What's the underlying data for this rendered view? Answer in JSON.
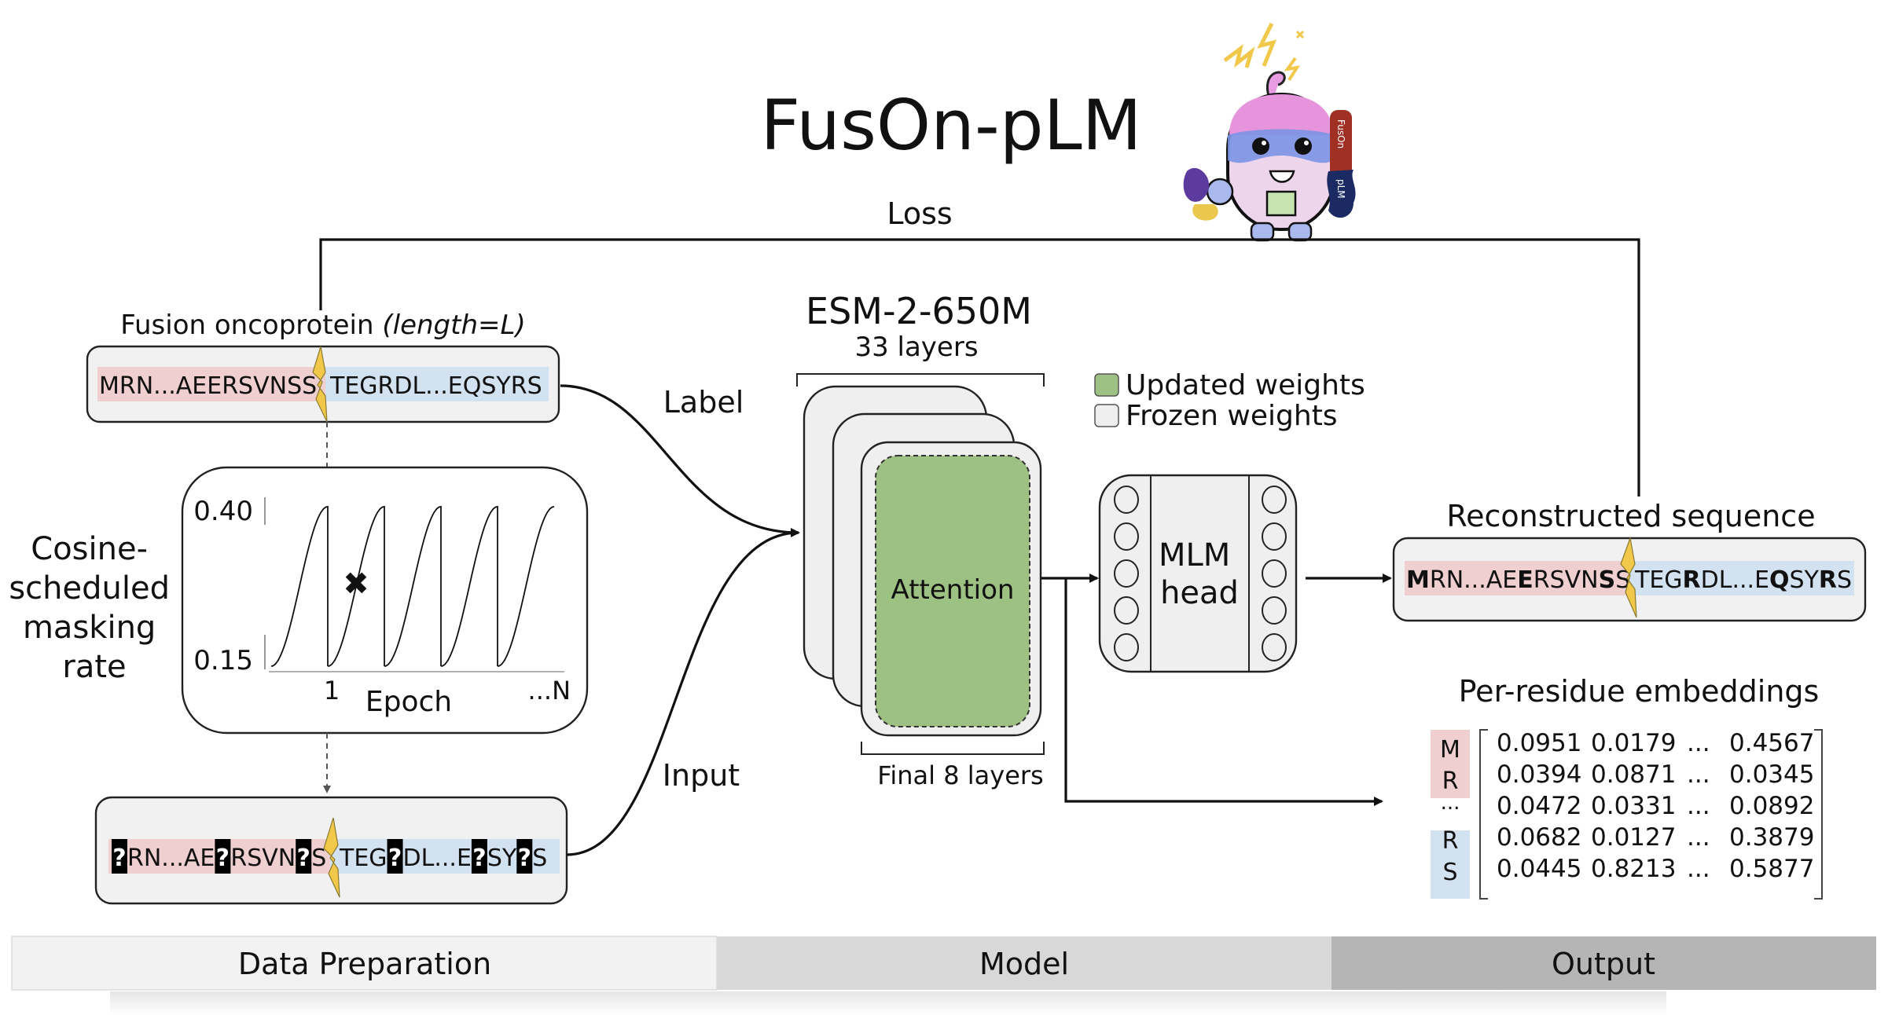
{
  "title": "FusOn-pLM",
  "mascot": {
    "icon": "mascot-robot-icon",
    "flag_text_top": "FusOn",
    "flag_text_bottom": "pLM"
  },
  "loss_label": "Loss",
  "data_preparation": {
    "input_label": "Fusion oncoprotein",
    "input_label_italic": "(length=L)",
    "sequence": {
      "head": "MRN...AEERSVNSS",
      "tail": "TEGRDL...EQSYRS",
      "head_color": "#efcfd0",
      "tail_color": "#d3e2f0",
      "breakpoint_icon": "lightning-bolt-icon",
      "breakpoint_color": "#f2c84b"
    },
    "masking_chart_label": [
      "Cosine-",
      "scheduled",
      "masking",
      "rate"
    ],
    "masked_sequence": {
      "head_tokens": [
        "?",
        "RN...AE",
        "?",
        "RSVN",
        "?",
        "S"
      ],
      "tail_tokens": [
        "TEG",
        "?",
        "DL...E",
        "?",
        "SY",
        "?",
        "S"
      ],
      "mask_token": "?"
    }
  },
  "chart_data": {
    "type": "line",
    "title": "",
    "xlabel": "Epoch",
    "ylabel": "Cosine-scheduled masking rate",
    "y_ticks": [
      "0.40",
      "0.15"
    ],
    "x_ticks": [
      "1",
      "...N"
    ],
    "ylim": [
      0.15,
      0.4
    ],
    "cycles": 5,
    "series": [
      {
        "name": "masking rate",
        "pattern": "cosine ramp per epoch, resets each epoch",
        "min": 0.15,
        "max": 0.4
      }
    ],
    "marker": {
      "symbol": "x",
      "cycle": 2,
      "fraction_of_cycle": 0.5,
      "value": 0.28
    }
  },
  "flow_labels": {
    "label": "Label",
    "input": "Input"
  },
  "model": {
    "name": "ESM-2-650M",
    "layers": "33 layers",
    "block_label": "Attention",
    "final_layers": "Final 8 layers",
    "head_label_line1": "MLM",
    "head_label_line2": "head",
    "legend": [
      {
        "label": "Updated weights",
        "color": "#9dc183"
      },
      {
        "label": "Frozen weights",
        "color": "#efefef"
      }
    ],
    "attention_color": "#9dc183"
  },
  "output": {
    "reconstructed_label": "Reconstructed sequence",
    "reconstructed": {
      "head": [
        {
          "t": "M",
          "b": true
        },
        {
          "t": "RN...AE",
          "b": false
        },
        {
          "t": "E",
          "b": true
        },
        {
          "t": "RSVN",
          "b": false
        },
        {
          "t": "S",
          "b": true
        },
        {
          "t": "S",
          "b": false
        }
      ],
      "tail": [
        {
          "t": "TEG",
          "b": false
        },
        {
          "t": "R",
          "b": true
        },
        {
          "t": "DL...E",
          "b": false
        },
        {
          "t": "Q",
          "b": true
        },
        {
          "t": "SY",
          "b": false
        },
        {
          "t": "R",
          "b": true
        },
        {
          "t": "S",
          "b": false
        }
      ]
    },
    "embeddings_label": "Per-residue embeddings",
    "residue_labels": {
      "head": [
        "M",
        "R"
      ],
      "ellipsis": "...",
      "tail": [
        "R",
        "S"
      ]
    },
    "matrix": [
      [
        "0.0951",
        "0.0179",
        "...",
        "0.4567"
      ],
      [
        "0.0394",
        "0.0871",
        "...",
        "0.0345"
      ],
      [
        "0.0472",
        "0.0331",
        "...",
        "0.0892"
      ],
      [
        "0.0682",
        "0.0127",
        "...",
        "0.3879"
      ],
      [
        "0.0445",
        "0.8213",
        "...",
        "0.5877"
      ]
    ]
  },
  "sections": [
    {
      "label": "Data Preparation",
      "color": "#f2f2f2"
    },
    {
      "label": "Model",
      "color": "#d8d8d8"
    },
    {
      "label": "Output",
      "color": "#b5b5b5"
    }
  ]
}
